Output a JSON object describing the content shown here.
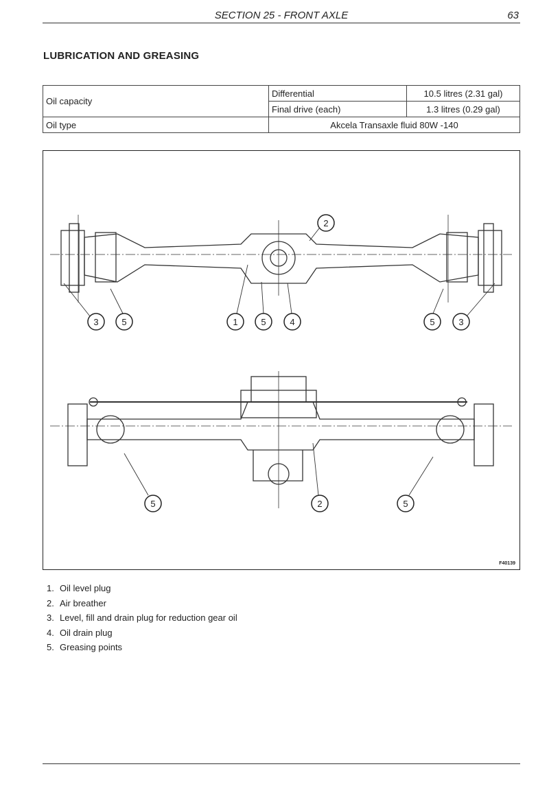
{
  "header": {
    "section": "SECTION 25 - FRONT AXLE",
    "page": "63"
  },
  "heading": "LUBRICATION AND GREASING",
  "table": {
    "rows": [
      {
        "label": "Oil capacity",
        "sub": [
          {
            "item": "Differential",
            "value": "10.5 litres (2.31 gal)"
          },
          {
            "item": "Final drive (each)",
            "value": "1.3 litres (0.29 gal)"
          }
        ]
      },
      {
        "label": "Oil type",
        "value": "Akcela Transaxle fluid 80W -140"
      }
    ]
  },
  "figure": {
    "id": "F40139",
    "callouts_top": [
      "2",
      "3",
      "5",
      "1",
      "5",
      "4",
      "5",
      "3"
    ],
    "callouts_bottom": [
      "5",
      "2",
      "5"
    ]
  },
  "legend": [
    {
      "num": "1.",
      "text": "Oil level plug"
    },
    {
      "num": "2.",
      "text": "Air breather"
    },
    {
      "num": "3.",
      "text": "Level, fill and drain plug for reduction gear oil"
    },
    {
      "num": "4.",
      "text": "Oil drain plug"
    },
    {
      "num": "5.",
      "text": "Greasing points"
    }
  ]
}
